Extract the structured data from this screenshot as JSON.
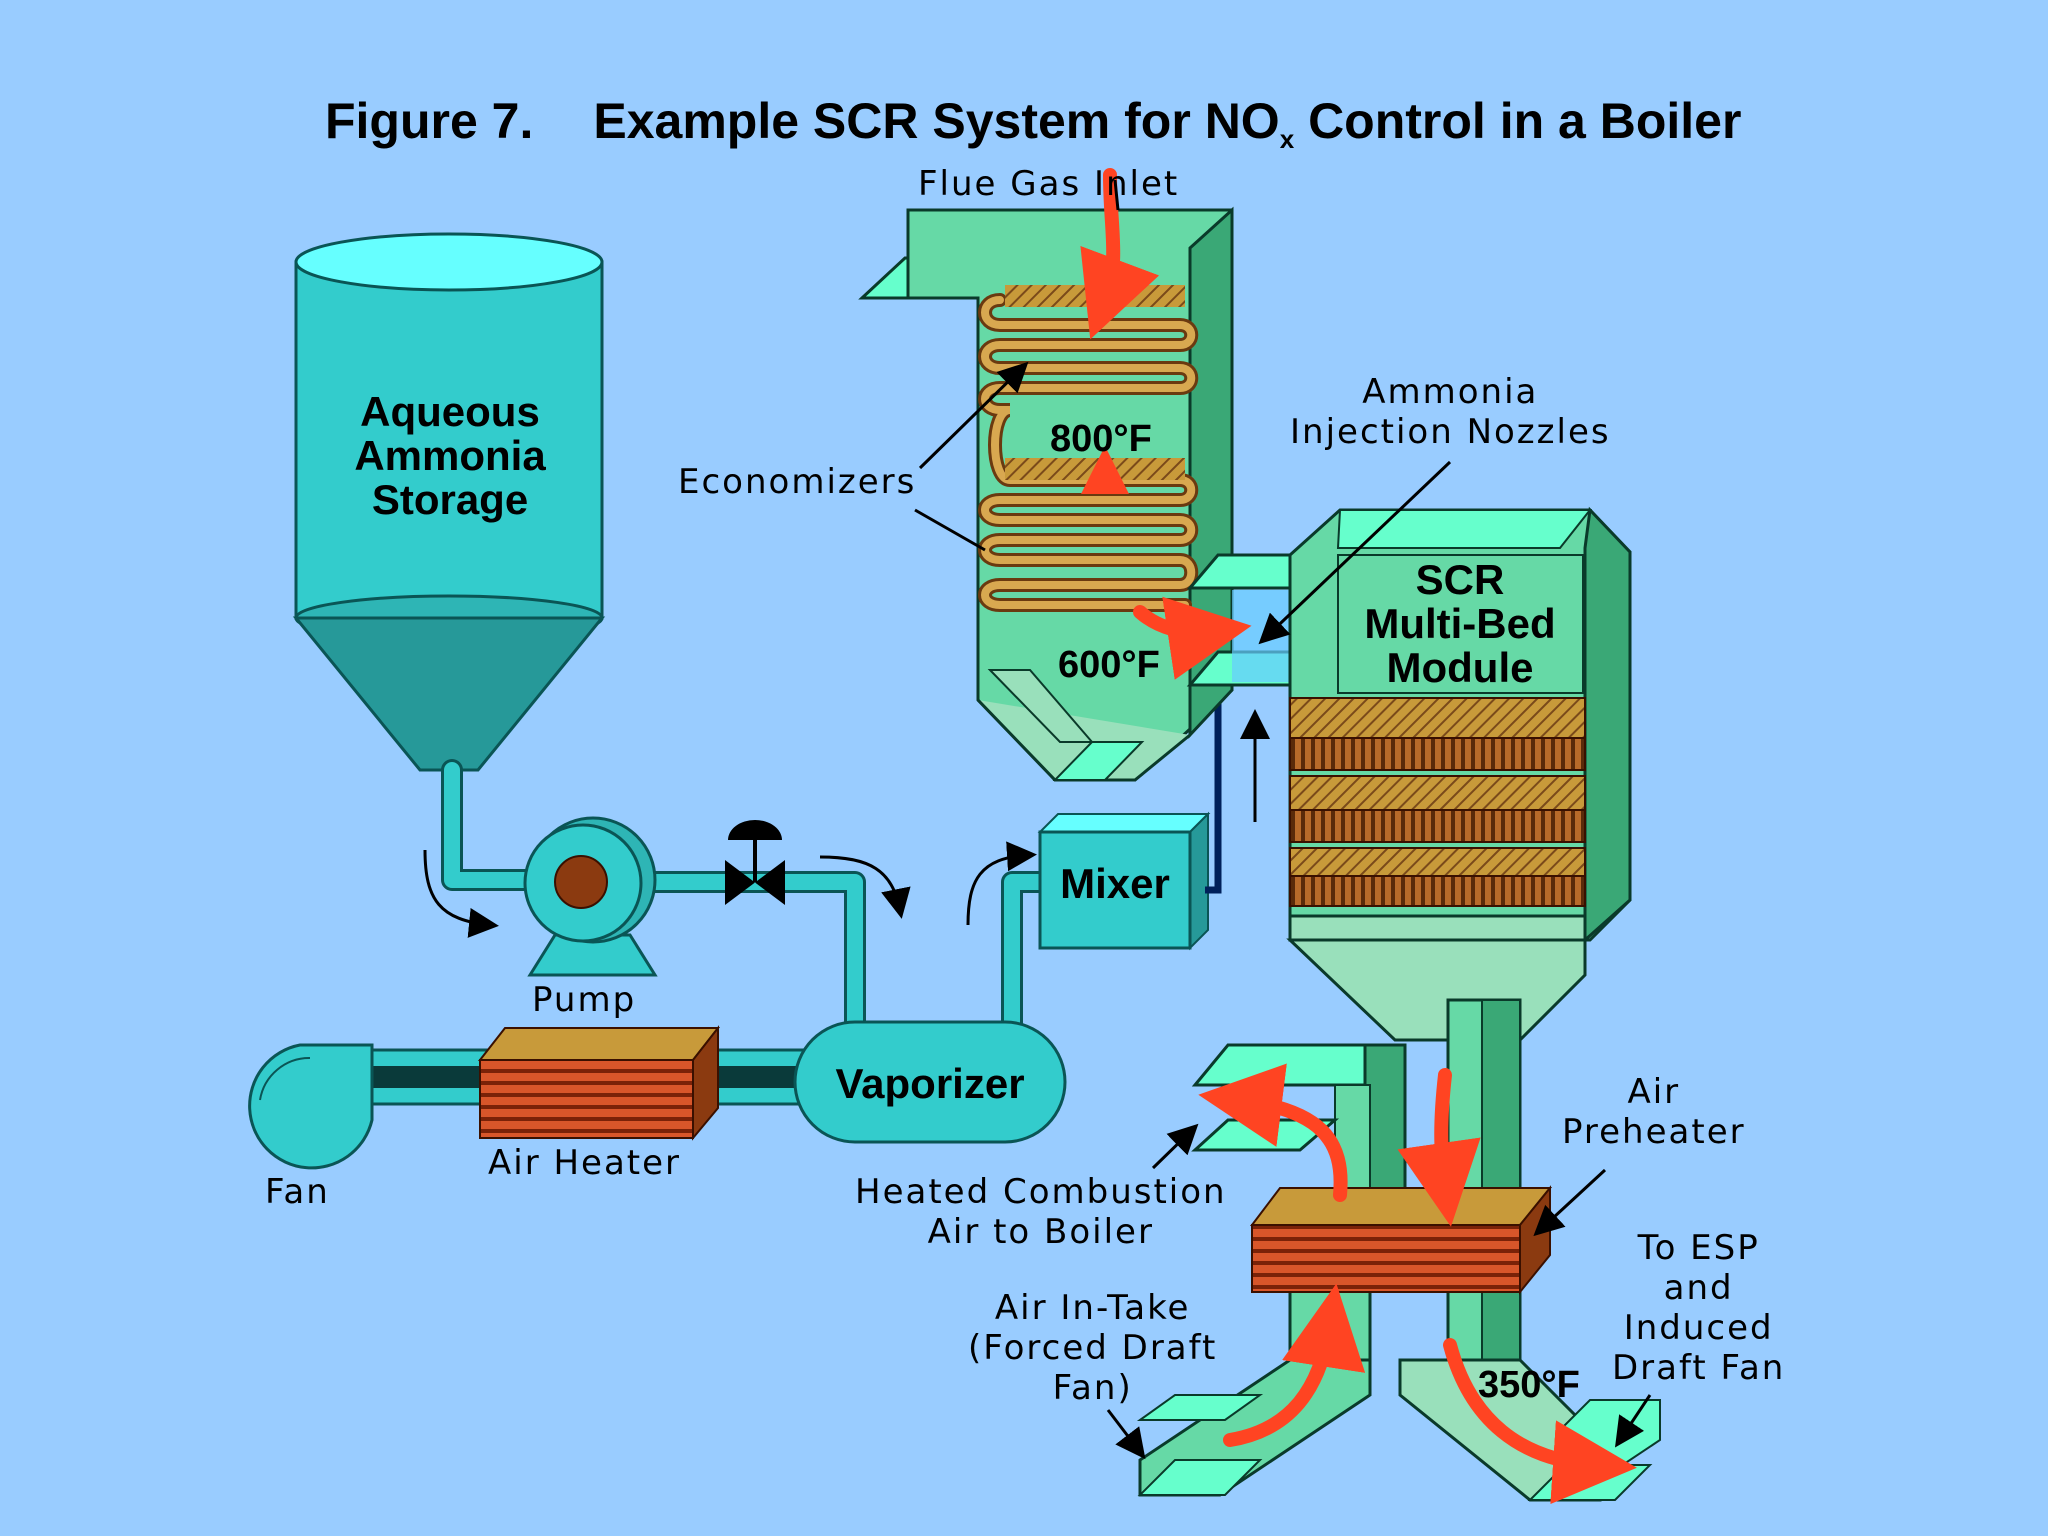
{
  "title": {
    "figure": "Figure 7.",
    "main": "Example SCR System for NO",
    "subscript": "x",
    "rest": " Control in a Boiler"
  },
  "labels": {
    "flue_gas_inlet": "Flue Gas Inlet",
    "economizers": "Economizers",
    "ammonia_nozzles": [
      "Ammonia",
      "Injection Nozzles"
    ],
    "pump": "Pump",
    "fan": "Fan",
    "air_heater": "Air Heater",
    "heated_air": [
      "Heated Combustion",
      "Air to Boiler"
    ],
    "air_preheater": [
      "Air",
      "Preheater"
    ],
    "air_intake": [
      "Air In-Take",
      "(Forced Draft",
      "Fan)"
    ],
    "to_esp": [
      "To ESP",
      "and",
      "Induced",
      "Draft Fan"
    ]
  },
  "components": {
    "storage": [
      "Aqueous",
      "Ammonia",
      "Storage"
    ],
    "mixer": "Mixer",
    "vaporizer": "Vaporizer",
    "scr_module": [
      "SCR",
      "Multi-Bed",
      "Module"
    ]
  },
  "temperatures": {
    "t800": "800°F",
    "t600": "600°F",
    "t350": "350°F"
  },
  "colors": {
    "background": "#99ccff",
    "duct": "#66d9a6",
    "duct_dark": "#3aa876",
    "ammonia_tank": "#33cccc",
    "catalyst": "#8b5a2b",
    "flow_arrow": "#ff4422"
  }
}
